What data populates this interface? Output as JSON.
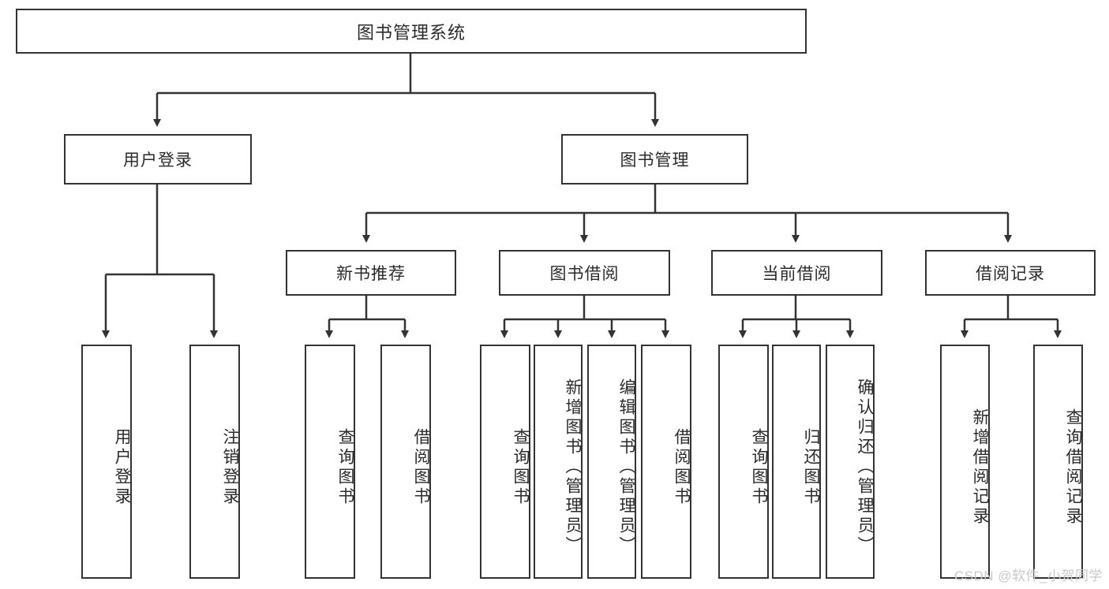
{
  "diagram": {
    "title": "图书管理系统",
    "watermark": "CSDN @软件_小贺同学",
    "colors": {
      "stroke": "#333333",
      "fill": "#ffffff",
      "text": "#2b2b2b",
      "watermark": "#c9c9c9"
    },
    "nodes": {
      "root": {
        "label": "图书管理系统"
      },
      "level2": [
        {
          "label": "用户登录"
        },
        {
          "label": "图书管理"
        }
      ],
      "level3": [
        {
          "label": "新书推荐"
        },
        {
          "label": "图书借阅"
        },
        {
          "label": "当前借阅"
        },
        {
          "label": "借阅记录"
        }
      ],
      "leaves": {
        "user_login": [
          {
            "label": "用户登录"
          },
          {
            "label": "注销登录"
          }
        ],
        "new_book": [
          {
            "label": "查询图书"
          },
          {
            "label": "借阅图书"
          }
        ],
        "book_borrow": [
          {
            "label": "查询图书"
          },
          {
            "label": "新增图书（管理员）"
          },
          {
            "label": "编辑图书（管理员）"
          },
          {
            "label": "借阅图书"
          }
        ],
        "current_borrow": [
          {
            "label": "查询图书"
          },
          {
            "label": "归还图书"
          },
          {
            "label": "确认归还（管理员）"
          }
        ],
        "borrow_record": [
          {
            "label": "新增借阅记录"
          },
          {
            "label": "查询借阅记录"
          }
        ]
      }
    }
  }
}
